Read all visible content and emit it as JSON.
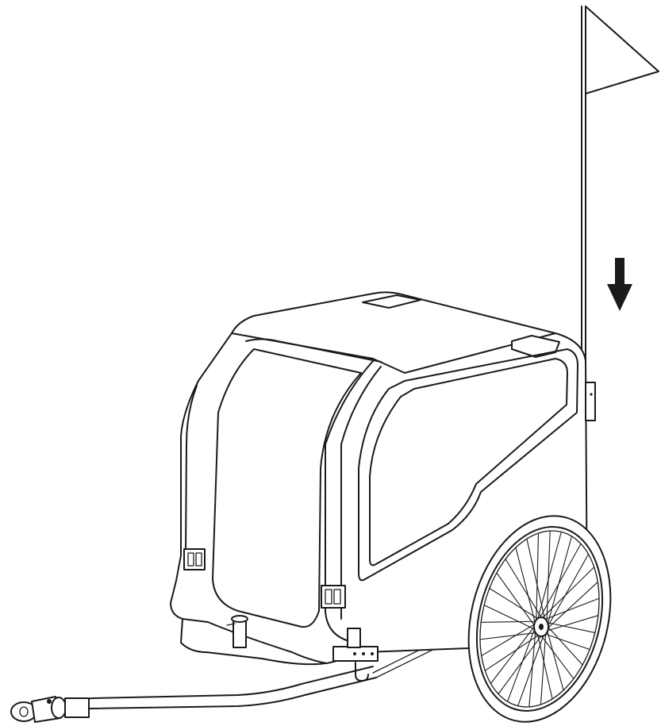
{
  "figure": {
    "type": "assembly-illustration",
    "subject_icon": "pet-bike-trailer-icon",
    "parts": [
      "cargo-box",
      "safety-flag",
      "flag-holder",
      "wheel",
      "tow-bar",
      "hitch-coupler"
    ],
    "instruction_icon": "arrow-down-icon",
    "line_color": "#1a1a1a",
    "background_color": "#ffffff"
  }
}
